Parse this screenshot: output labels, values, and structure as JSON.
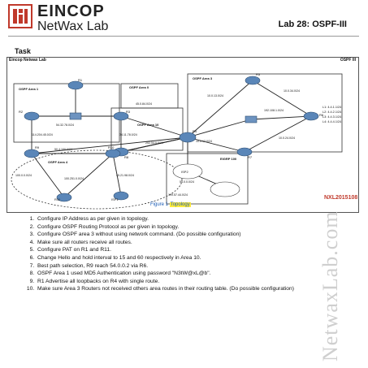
{
  "brand": {
    "line1": "EINCOP",
    "line2": "NetWax Lab"
  },
  "lab_title": "Lab 28: OSPF-III",
  "section_title": "Task",
  "diagram": {
    "title": "Eincop Netwax Lab",
    "corner": "OSPF III",
    "areas": [
      "OSPF Area 1",
      "OSPF Area 0",
      "OSPF Area 3",
      "OSPF Area 10",
      "OSPF Area 4",
      "EIGRP 100"
    ],
    "routers": [
      "R1",
      "R2",
      "R3",
      "R4",
      "R5",
      "R6",
      "R7",
      "R8",
      "R9",
      "R10",
      "R11",
      "ISP1",
      "ISP2"
    ],
    "subnets": [
      "54.32.78.0/24",
      "114.204.45.0/24",
      "45.0.84.0/24",
      "34.11.78.0/24",
      "10.0.13.0/24",
      "192.108.1.0/24",
      "10.0.34.0/24",
      "10.0.12.0/24",
      "10.0.24.0/24",
      "202.54.0.0/24",
      "50.4.100.0/24",
      "100.0.0.0/24",
      "100.251.0.0/24",
      "45.21.98.0/24",
      "54.0.0.0/24",
      "199.57.44.0/24"
    ],
    "loopbacks": [
      "L1: 4.4.1.1/24",
      "L2: 4.4.2.1/24",
      "L3: 4.4.3.1/24",
      "L4: 4.4.4.1/24"
    ],
    "stamp": "NXL2015108",
    "figure_label": "Figure 1",
    "figure_word": "Topology"
  },
  "tasks": [
    "Configure IP Address as per given in topology.",
    "Configure OSPF Routing Protocol as per given in topology.",
    "Configure OSPF area 3 without using network command. (Do possible configuration)",
    "Make sure all routers receive all routes.",
    "Configure PAT on R1 and R11.",
    "Change Hello and hold interval to 15 and 60 respectively in Area 10.",
    "Best path selection, R9 reach 54.0.0.2 via R6.",
    "OSPF Area 1 used MD5 Authentication using password \"N3tW@xL@b\".",
    "R1 Advertise all loopbacks on R4 with single route.",
    "Make sure Area 3 Routers not received others area routes in their routing table. (Do possible configuration)"
  ],
  "watermark": "NetwaxLab.com",
  "colors": {
    "brand_red": "#c0392b",
    "router": "#5a86b8",
    "caption": "#1a5bb5",
    "highlight": "#ffeb3b"
  }
}
